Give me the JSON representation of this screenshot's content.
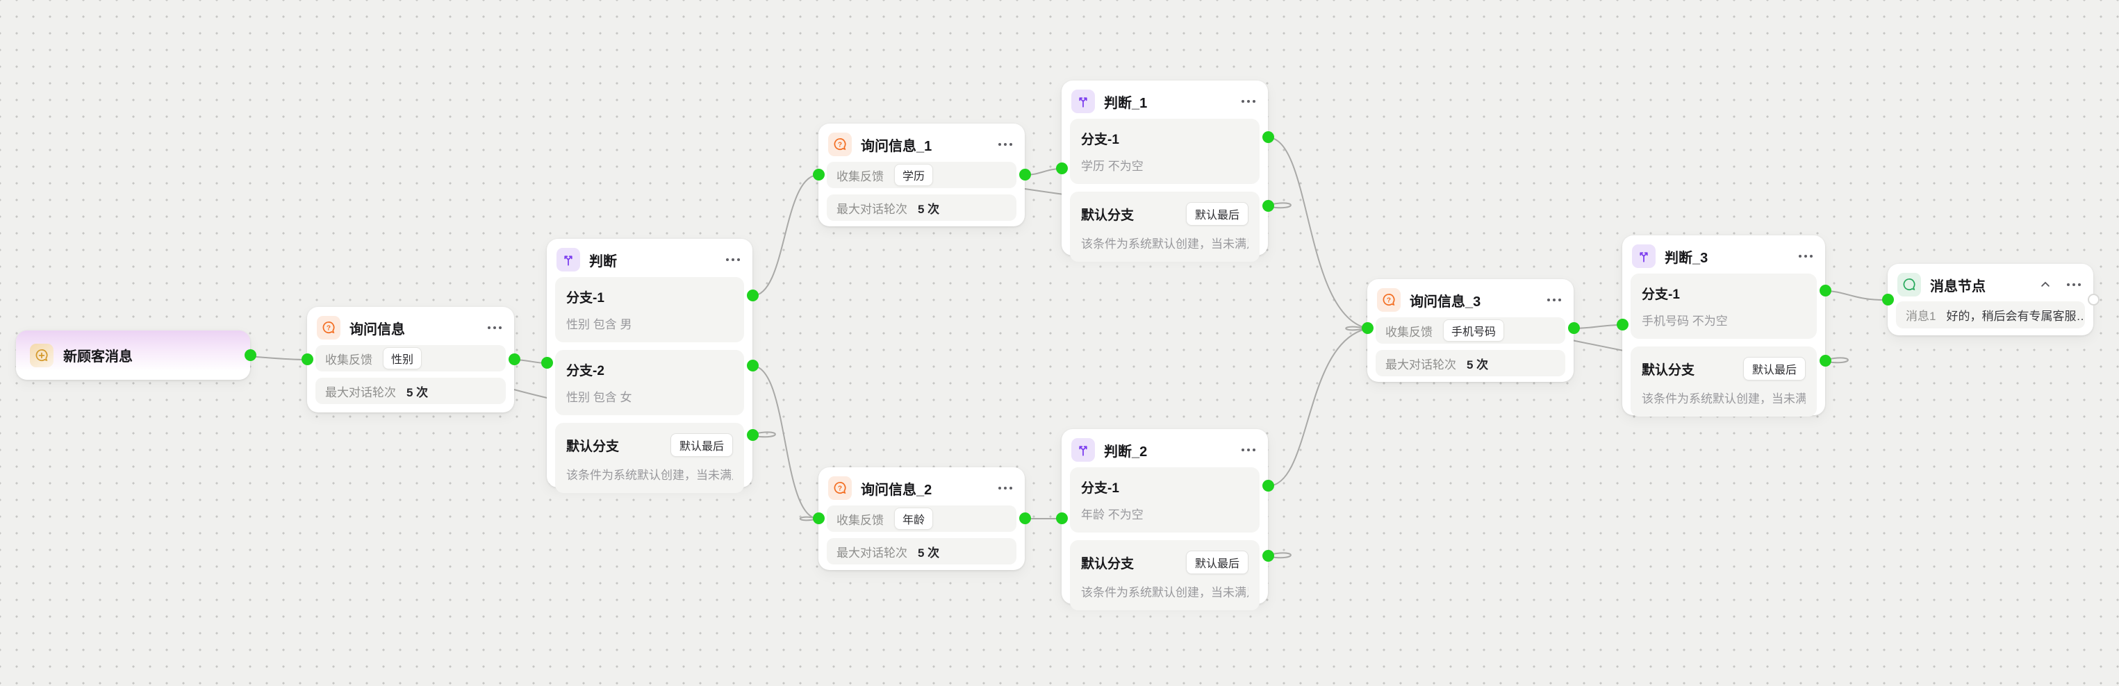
{
  "ui": {
    "canvas_bg": "#f0f0ee",
    "port_color": "#1ed31e",
    "edge_color": "#a9a9a7",
    "accent_orange": "#f36d21",
    "accent_amber": "#d4992b",
    "accent_purple": "#7a3bee",
    "accent_green": "#27a95c",
    "icons": {
      "trigger": "bubble-plus-icon",
      "ask": "question-bubble-icon",
      "judge": "branch-split-icon",
      "message": "speech-bubble-icon",
      "menu": "more-ellipsis-icon",
      "collapse": "chevron-up-icon"
    }
  },
  "nodes": {
    "trigger": {
      "title": "新顾客消息"
    },
    "ask": {
      "title": "询问信息",
      "collect_label": "收集反馈",
      "chip": "性别",
      "rounds_label": "最大对话轮次",
      "rounds_value": "5 次"
    },
    "ask1": {
      "title": "询问信息_1",
      "collect_label": "收集反馈",
      "chip": "学历",
      "rounds_label": "最大对话轮次",
      "rounds_value": "5 次"
    },
    "ask2": {
      "title": "询问信息_2",
      "collect_label": "收集反馈",
      "chip": "年龄",
      "rounds_label": "最大对话轮次",
      "rounds_value": "5 次"
    },
    "ask3": {
      "title": "询问信息_3",
      "collect_label": "收集反馈",
      "chip": "手机号码",
      "rounds_label": "最大对话轮次",
      "rounds_value": "5 次"
    },
    "judge": {
      "title": "判断",
      "branches": [
        {
          "name": "分支-1",
          "desc": "性别 包含 男"
        },
        {
          "name": "分支-2",
          "desc": "性别 包含 女"
        }
      ],
      "default_branch": {
        "name": "默认分支",
        "badge": "默认最后",
        "desc": "该条件为系统默认创建，当未满足…"
      }
    },
    "judge1": {
      "title": "判断_1",
      "branches": [
        {
          "name": "分支-1",
          "desc": "学历 不为空"
        }
      ],
      "default_branch": {
        "name": "默认分支",
        "badge": "默认最后",
        "desc": "该条件为系统默认创建，当未满足…"
      }
    },
    "judge2": {
      "title": "判断_2",
      "branches": [
        {
          "name": "分支-1",
          "desc": "年龄 不为空"
        }
      ],
      "default_branch": {
        "name": "默认分支",
        "badge": "默认最后",
        "desc": "该条件为系统默认创建，当未满足…"
      }
    },
    "judge3": {
      "title": "判断_3",
      "branches": [
        {
          "name": "分支-1",
          "desc": "手机号码 不为空"
        }
      ],
      "default_branch": {
        "name": "默认分支",
        "badge": "默认最后",
        "desc": "该条件为系统默认创建，当未满足…"
      }
    },
    "message": {
      "title": "消息节点",
      "label": "消息1",
      "value": "好的，稍后会有专属客服…"
    }
  }
}
